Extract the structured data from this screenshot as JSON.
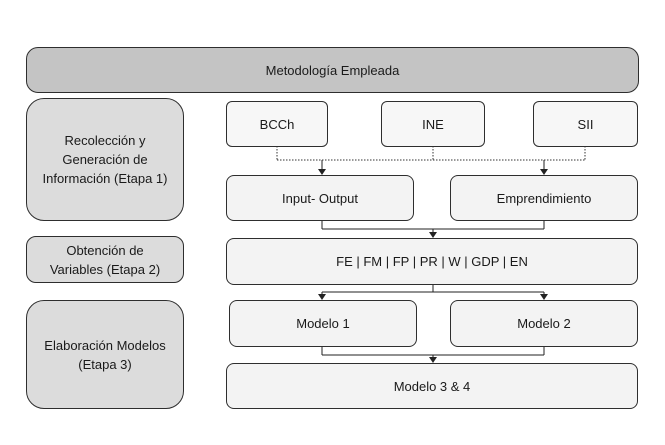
{
  "header": {
    "title": "Metodología Empleada"
  },
  "stages": [
    {
      "label": "Recolección y Generación de Información (Etapa 1)"
    },
    {
      "label": "Obtención de Variables (Etapa 2)"
    },
    {
      "label": "Elaboración Modelos (Etapa 3)"
    }
  ],
  "sources": [
    {
      "label": "BCCh"
    },
    {
      "label": "INE"
    },
    {
      "label": "SII"
    }
  ],
  "stage1_outputs": [
    {
      "label": "Input- Output"
    },
    {
      "label": "Emprendimiento"
    }
  ],
  "variables": {
    "label": "FE | FM | FP | PR | W | GDP | EN"
  },
  "models": [
    {
      "label": "Modelo 1"
    },
    {
      "label": "Modelo 2"
    }
  ],
  "final_model": {
    "label": "Modelo 3 & 4"
  }
}
